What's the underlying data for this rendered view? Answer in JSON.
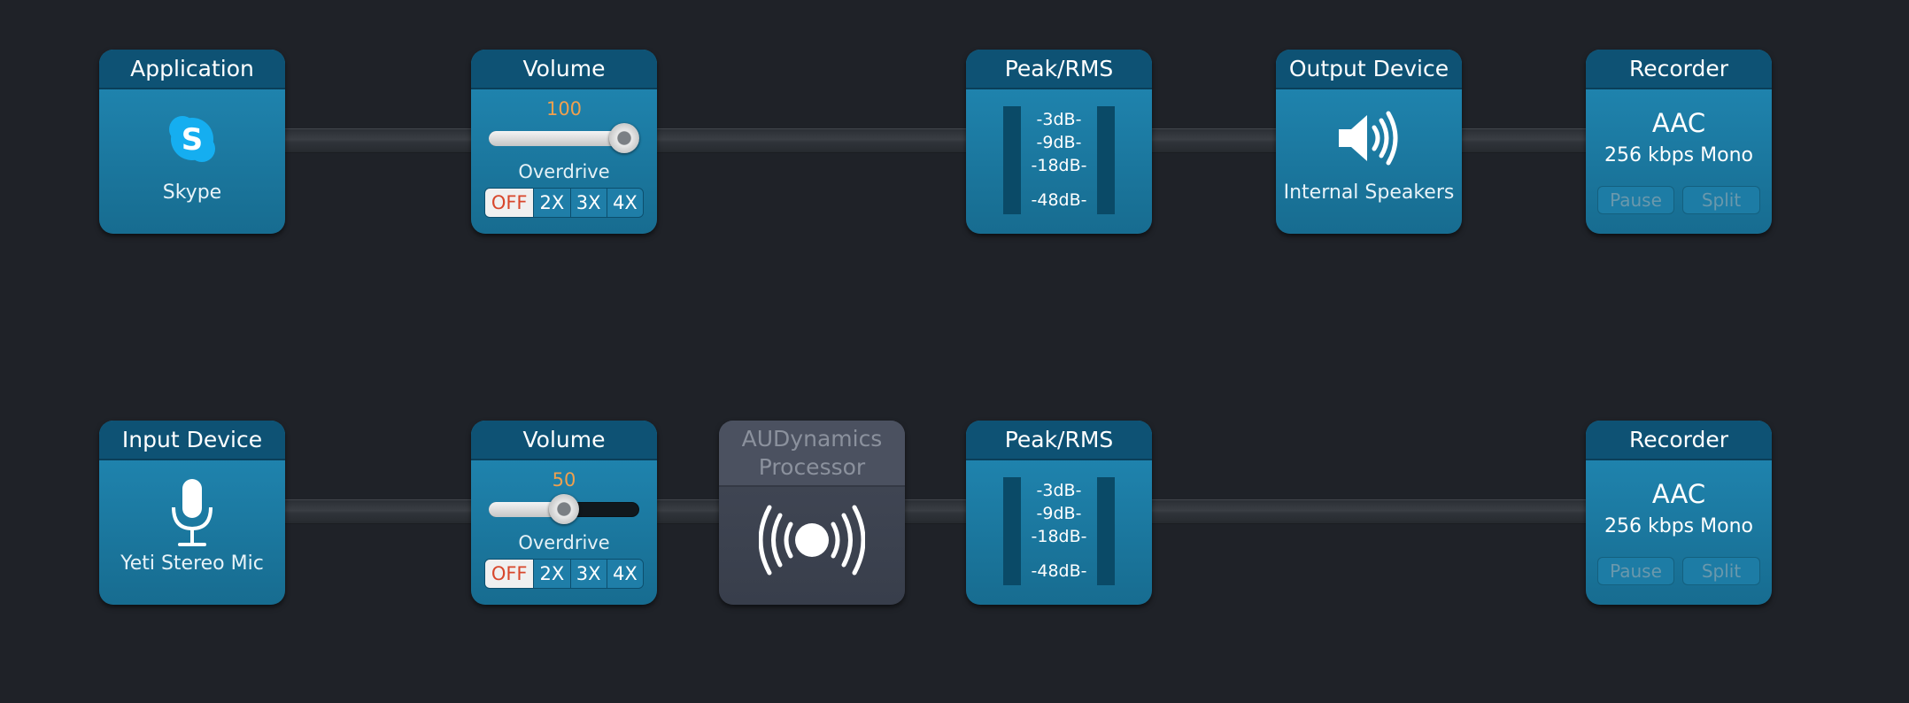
{
  "row1": {
    "application": {
      "title": "Application",
      "name": "Skype"
    },
    "volume": {
      "title": "Volume",
      "value": "100",
      "level": 1.0,
      "overdrive_label": "Overdrive",
      "options": [
        "OFF",
        "2X",
        "3X",
        "4X"
      ]
    },
    "peak": {
      "title": "Peak/RMS",
      "ticks": [
        "-3dB-",
        "-9dB-",
        "-18dB-",
        "-48dB-"
      ]
    },
    "output": {
      "title": "Output Device",
      "name": "Internal Speakers"
    },
    "recorder": {
      "title": "Recorder",
      "codec": "AAC",
      "rate": "256 kbps Mono",
      "pause": "Pause",
      "split": "Split"
    }
  },
  "row2": {
    "input": {
      "title": "Input Device",
      "name": "Yeti Stereo Mic"
    },
    "volume": {
      "title": "Volume",
      "value": "50",
      "level": 0.5,
      "overdrive_label": "Overdrive",
      "options": [
        "OFF",
        "2X",
        "3X",
        "4X"
      ]
    },
    "processor": {
      "title_line1": "AUDynamics",
      "title_line2": "Processor"
    },
    "peak": {
      "title": "Peak/RMS",
      "ticks": [
        "-3dB-",
        "-9dB-",
        "-18dB-",
        "-48dB-"
      ]
    },
    "recorder": {
      "title": "Recorder",
      "codec": "AAC",
      "rate": "256 kbps Mono",
      "pause": "Pause",
      "split": "Split"
    }
  },
  "colors": {
    "background": "#1f2228",
    "block": "#1b7aa2",
    "header": "#0e5274",
    "accent": "#f0a04e",
    "overdrive_off": "#d8472c"
  },
  "icons": {
    "application": "skype-icon",
    "output": "speaker-icon",
    "input": "microphone-icon",
    "processor": "broadcast-icon"
  }
}
